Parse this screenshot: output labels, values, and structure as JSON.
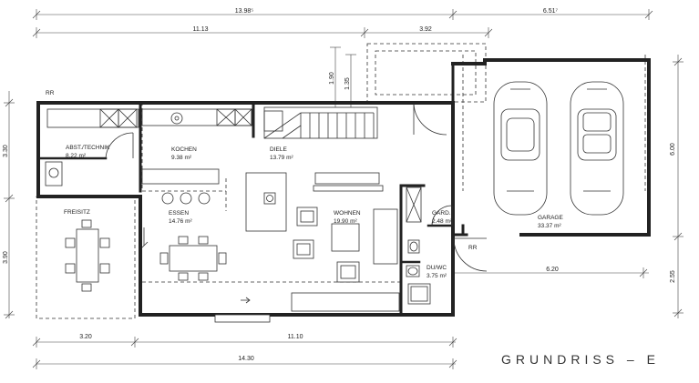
{
  "dimensions": {
    "top_total": "13.98⁵",
    "top_garage": "6.51⁷",
    "top_house": "11.13",
    "top_terrace": "3.92",
    "stair_a": "1.90",
    "stair_b": "1.35",
    "left_upper": "3.30",
    "left_lower": "3.90",
    "right_garage": "6.00",
    "right_lower": "2.55",
    "garage_width": "6.20",
    "bottom_left": "3.20",
    "bottom_house": "11.10",
    "bottom_total": "14.30"
  },
  "rooms": [
    {
      "name": "ABST./TECHNIK",
      "area": "8.22 m²"
    },
    {
      "name": "KOCHEN",
      "area": "9.38 m²"
    },
    {
      "name": "DIELE",
      "area": "13.79 m²"
    },
    {
      "name": "ESSEN",
      "area": "14.76 m²"
    },
    {
      "name": "WOHNEN",
      "area": "19.90 m²"
    },
    {
      "name": "GARD.",
      "area": "2.48 m²"
    },
    {
      "name": "DU/WC",
      "area": "3.75 m²"
    },
    {
      "name": "GARAGE",
      "area": "33.37 m²"
    },
    {
      "name": "FREISITZ",
      "area": ""
    }
  ],
  "markers": {
    "rr_top": "RR",
    "rr_garage": "RR"
  },
  "title": "GRUNDRISS – E"
}
